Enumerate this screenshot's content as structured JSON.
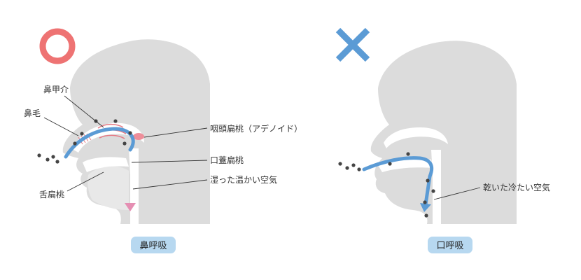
{
  "left": {
    "mark": "correct-circle",
    "caption": "鼻呼吸",
    "labels": {
      "nasal_concha": "鼻甲介",
      "nose_hair": "鼻毛",
      "adenoid": "咽頭扁桃（アデノイド）",
      "palatine_tonsil": "口蓋扁桃",
      "humid_air": "湿った温かい空気",
      "lingual_tonsil": "舌扁桃"
    }
  },
  "right": {
    "mark": "incorrect-cross",
    "caption": "口呼吸",
    "labels": {
      "dry_air": "乾いた冷たい空気"
    }
  },
  "colors": {
    "head": "#dcdcdc",
    "airway": "#ffffff",
    "flow": "#5b9bd5",
    "warm_flow": "#e58fb3",
    "circle_mark": "#ee7373",
    "cross_mark": "#5b9bd5",
    "caption_pill": "#b7d8f0",
    "particle": "#444444"
  }
}
